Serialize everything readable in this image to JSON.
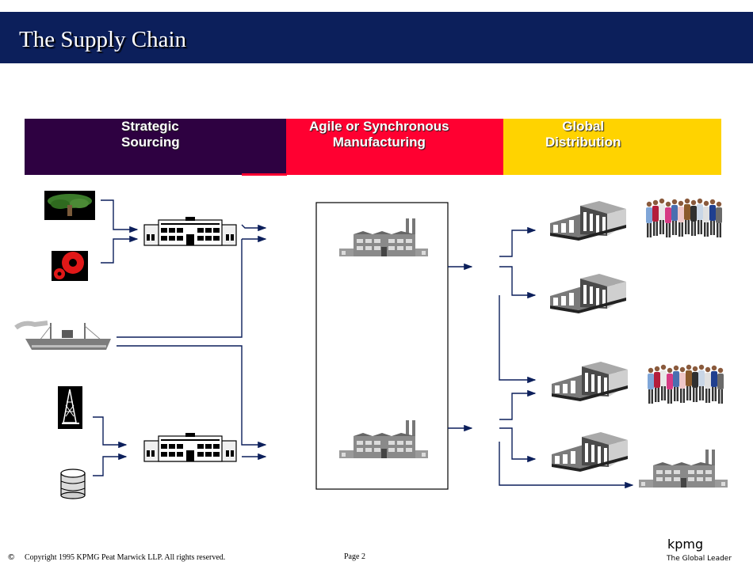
{
  "header": {
    "title": "The Supply Chain"
  },
  "stages": {
    "sourcing": {
      "line1": "Strategic",
      "line2": "Sourcing",
      "color": "#2e0141"
    },
    "manufacturing": {
      "line1": "Agile or Synchronous",
      "line2": "Manufacturing",
      "color": "#ff0031"
    },
    "distribution": {
      "line1": "Global",
      "line2": "Distribution",
      "color": "#ffd300"
    }
  },
  "icons": {
    "sources": [
      "tree-icon",
      "gear-icon",
      "ship-icon",
      "oil-derrick-icon",
      "barrel-icon"
    ],
    "processing": [
      "building-icon",
      "building-icon"
    ],
    "factories": [
      "factory-icon",
      "factory-icon",
      "factory-icon"
    ],
    "warehouses": [
      "warehouse-icon",
      "warehouse-icon",
      "warehouse-icon",
      "warehouse-icon"
    ],
    "customers": [
      "people-group-icon",
      "people-group-icon"
    ]
  },
  "footer": {
    "copyright_symbol": "©",
    "copyright": "Copyright 1995 KPMG Peat Marwick LLP.  All rights reserved.",
    "page": "Page 2",
    "logo": "kpmg",
    "tagline": "The Global Leader"
  },
  "colors": {
    "title_bar": "#0c1f5b",
    "arrow": "#0c1f5b"
  }
}
